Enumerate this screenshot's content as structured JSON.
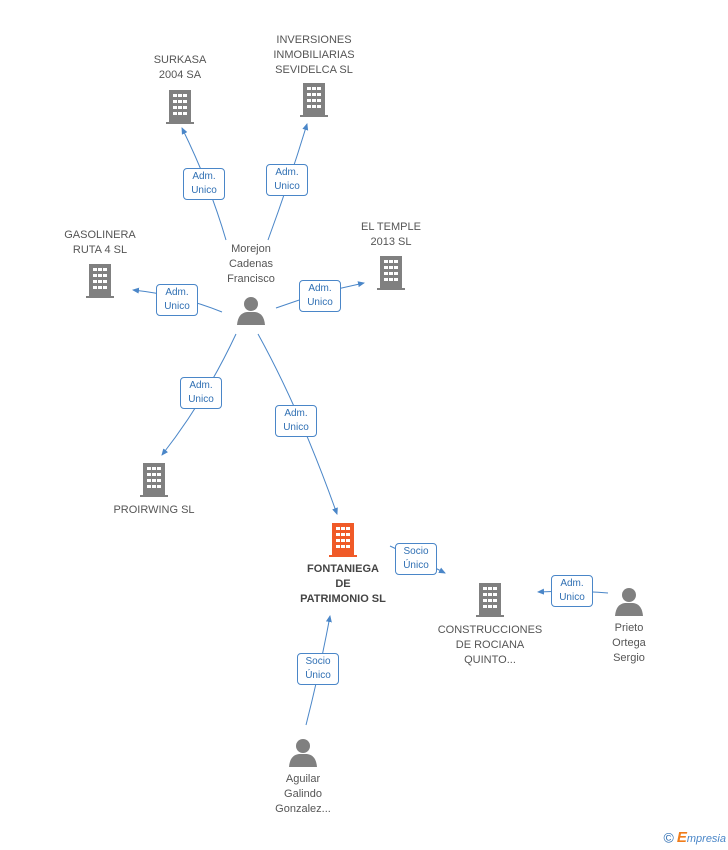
{
  "colors": {
    "company": "#808080",
    "main_company": "#f05a28",
    "person": "#808080",
    "edge": "#4a86c8"
  },
  "nodes": {
    "surkasa": {
      "label": "SURKASA\n2004 SA",
      "icon": "building-icon"
    },
    "inversiones": {
      "label": "INVERSIONES\nINMOBILIARIAS\nSEVIDELCA SL",
      "icon": "building-icon"
    },
    "gasolinera": {
      "label": "GASOLINERA\nRUTA 4 SL",
      "icon": "building-icon"
    },
    "eltemple": {
      "label": "EL TEMPLE\n2013 SL",
      "icon": "building-icon"
    },
    "morejon": {
      "label": "Morejon\nCadenas\nFrancisco",
      "icon": "person-icon"
    },
    "proirwing": {
      "label": "PROIRWING SL",
      "icon": "building-icon"
    },
    "fontaniega": {
      "label": "FONTANIEGA\nDE\nPATRIMONIO SL",
      "icon": "building-icon"
    },
    "construcciones": {
      "label": "CONSTRUCCIONES\nDE ROCIANA\nQUINTO...",
      "icon": "building-icon"
    },
    "prieto": {
      "label": "Prieto\nOrtega\nSergio",
      "icon": "person-icon"
    },
    "aguilar": {
      "label": "Aguilar\nGalindo\nGonzalez...",
      "icon": "person-icon"
    }
  },
  "relations": {
    "r1": "Adm.\nUnico",
    "r2": "Adm.\nUnico",
    "r3": "Adm.\nUnico",
    "r4": "Adm.\nUnico",
    "r5": "Adm.\nUnico",
    "r6": "Adm.\nUnico",
    "r7": "Socio\nÚnico",
    "r8": "Adm.\nUnico",
    "r9": "Socio\nÚnico"
  },
  "footer": {
    "copyright": "©",
    "brand_first": "E",
    "brand_rest": "mpresia"
  }
}
